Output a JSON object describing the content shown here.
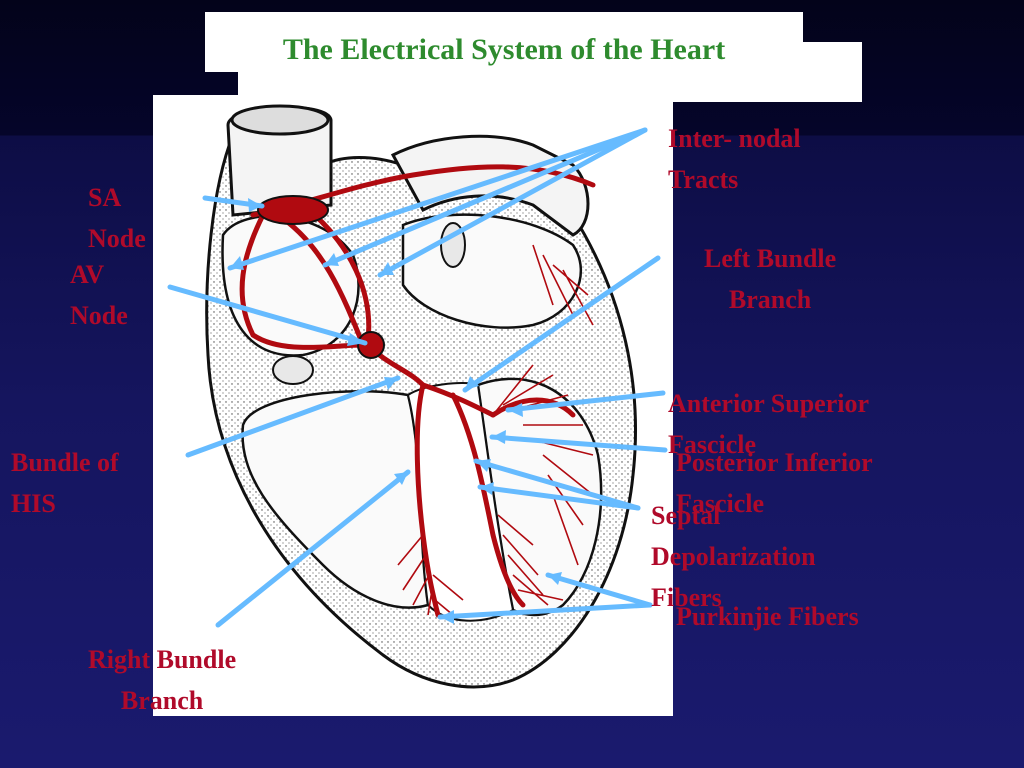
{
  "title": "The Electrical System of the Heart",
  "colors": {
    "title": "#2e8b2e",
    "label": "#b00a2a",
    "arrow": "#66bbff",
    "conduction": "#b00a10"
  },
  "labels": {
    "sa_node": "SA\nNode",
    "av_node": "AV\nNode",
    "bundle_of_his": "Bundle of\nHIS",
    "right_bundle_branch": "Right Bundle\nBranch",
    "internodal_tracts": "Inter- nodal\nTracts",
    "left_bundle_branch": "Left Bundle\nBranch",
    "anterior_superior_fascicle": "Anterior Superior\nFascicle",
    "posterior_inferior_fascicle": "Posterior Inferior\nFascicle",
    "septal_depolarization_fibers": "Septal\nDepolarization\nFibers",
    "purkinje_fibers": "Purkinjie Fibers"
  }
}
